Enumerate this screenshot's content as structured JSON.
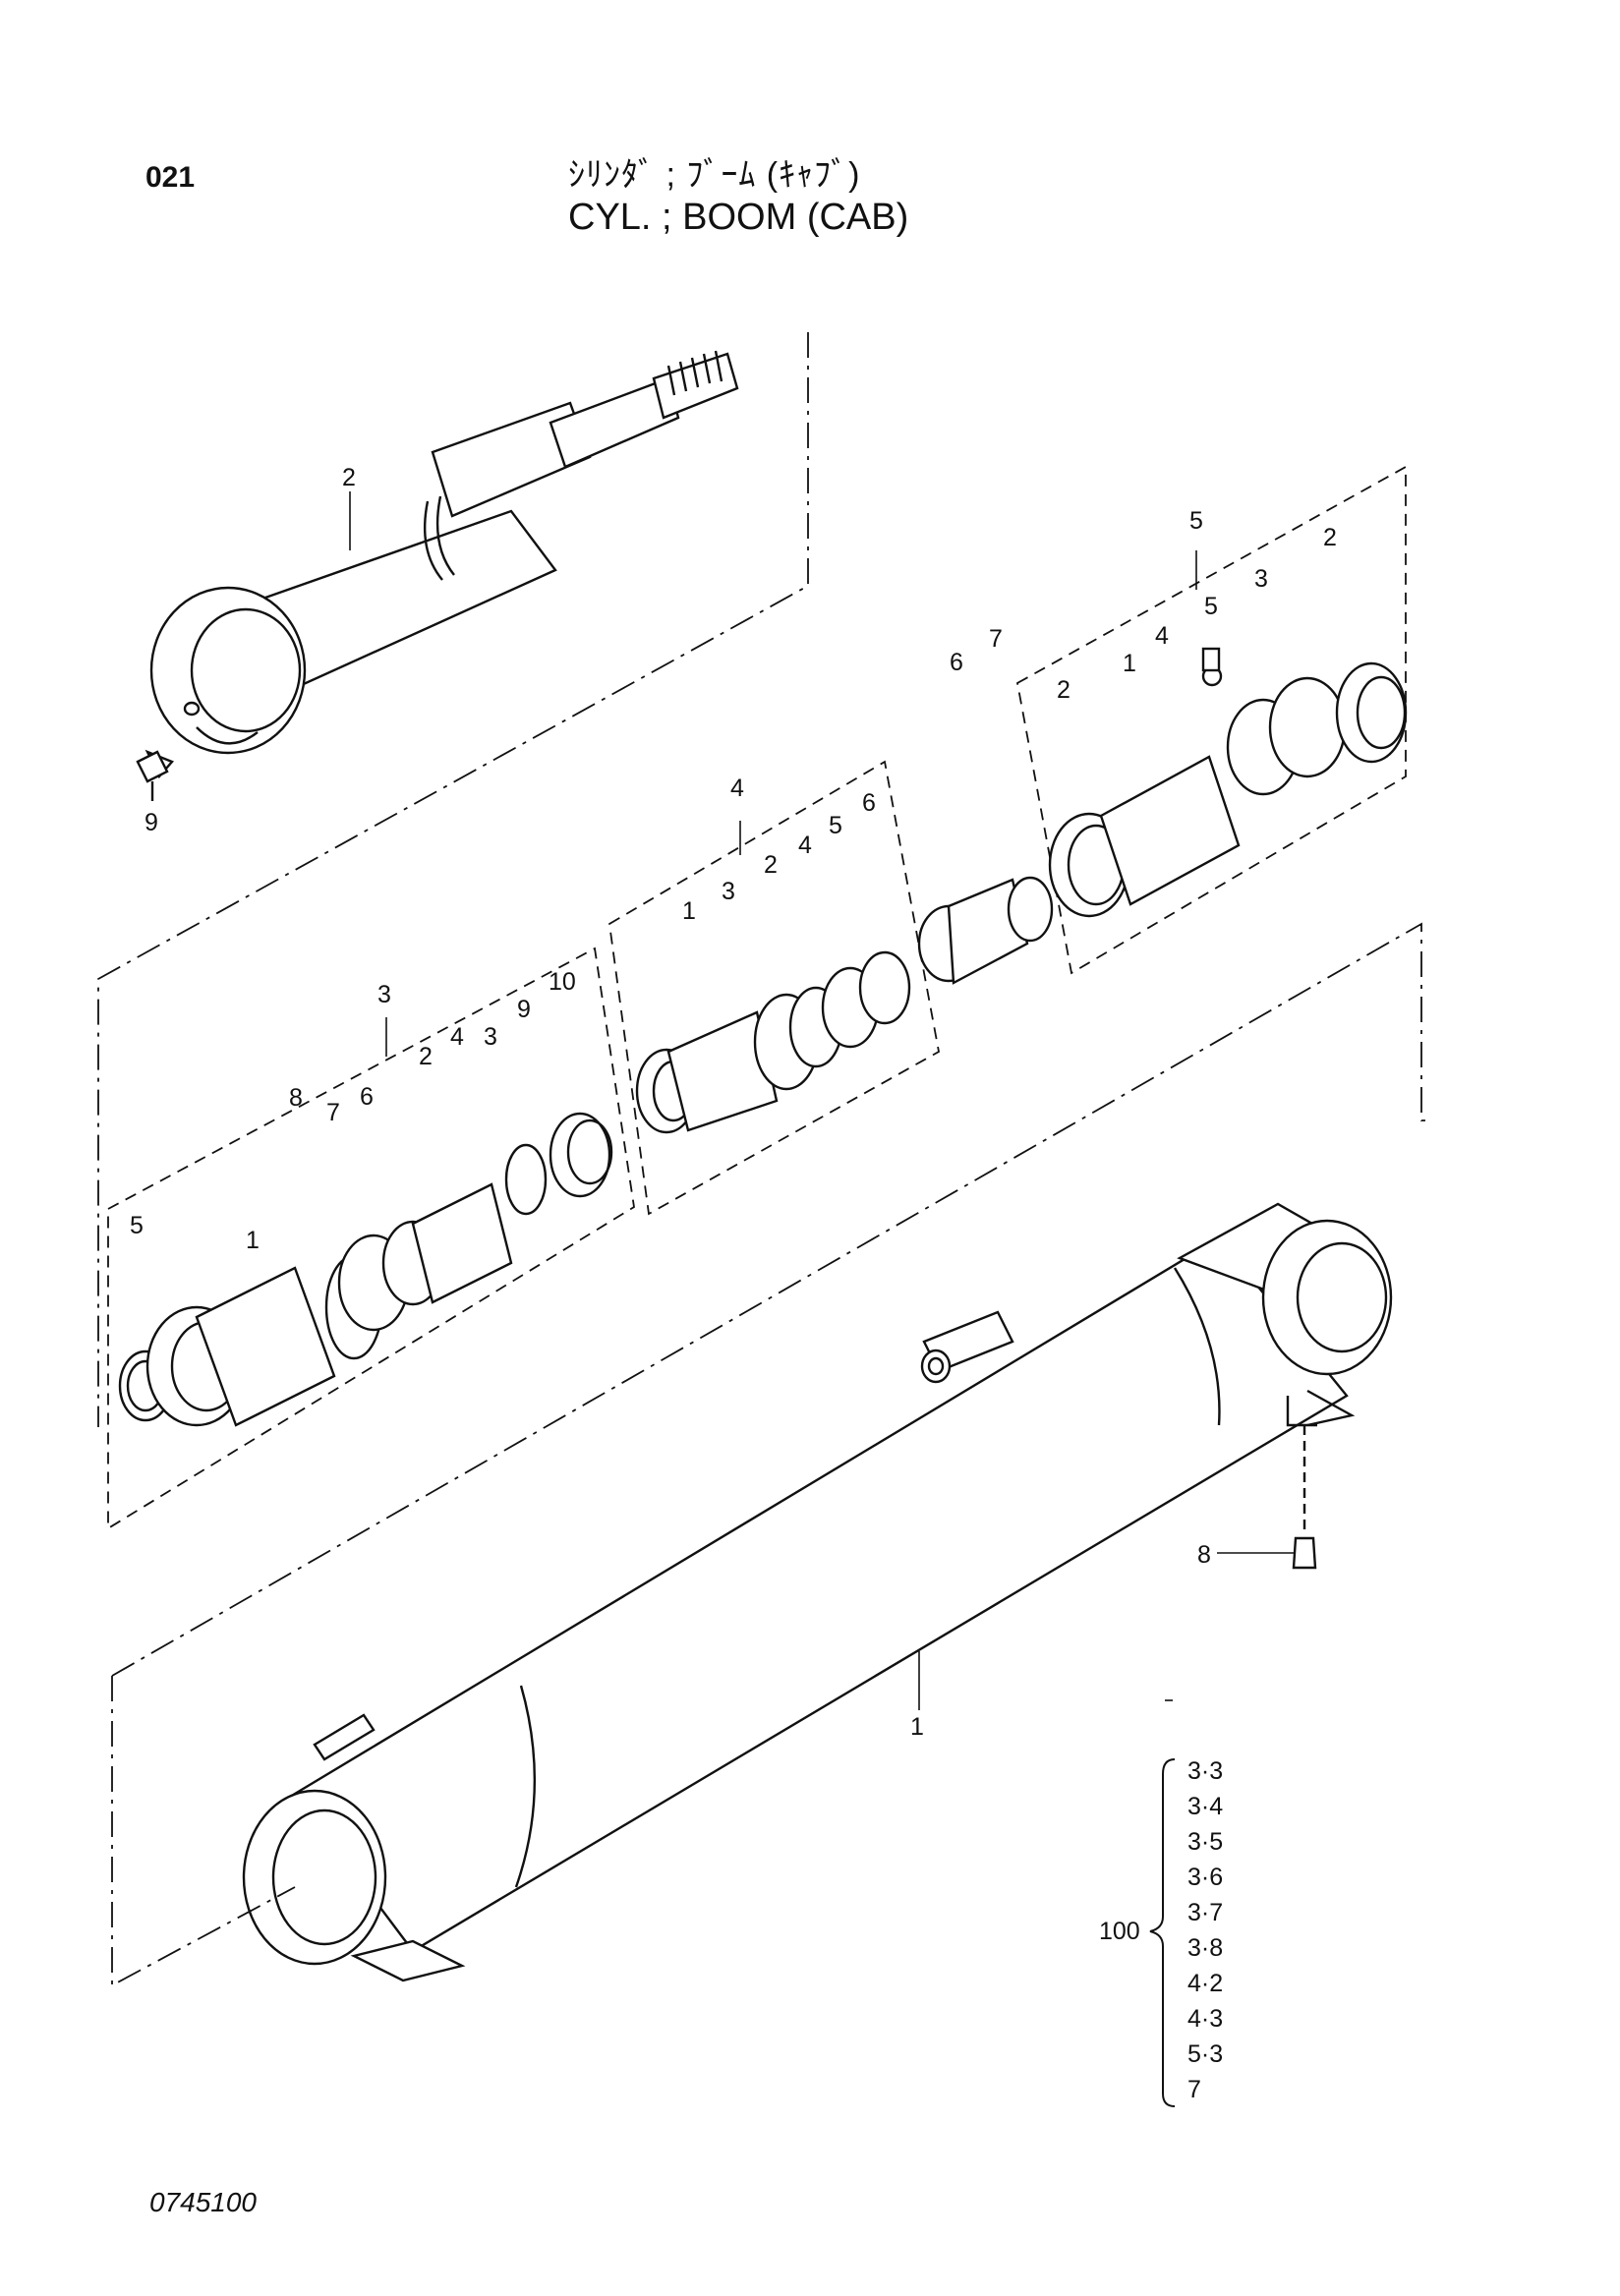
{
  "header": {
    "page_number": "021",
    "title_jp": "ｼﾘﾝﾀﾞ ; ﾌﾞｰﾑ (ｷｬﾌﾞ)",
    "title_en": "CYL. ; BOOM (CAB)"
  },
  "footer": {
    "drawing_number": "0745100"
  },
  "callouts": {
    "rod": "2",
    "grease_fitting_rod": "9",
    "tube": "1",
    "grease_fitting_tube": "8",
    "head_group": "3",
    "head_items": [
      "5",
      "1",
      "8",
      "7",
      "6",
      "2",
      "4",
      "3",
      "9",
      "10"
    ],
    "piston_group": "4",
    "piston_items": [
      "1",
      "3",
      "2",
      "4",
      "5",
      "6"
    ],
    "nut": "6",
    "collar": "7",
    "cushion_group": "5",
    "cushion_items": [
      "2",
      "1",
      "4",
      "5",
      "3",
      "2"
    ]
  },
  "seal_kit": {
    "label": "100",
    "items": [
      "3·3",
      "3·4",
      "3·5",
      "3·6",
      "3·7",
      "3·8",
      "4·2",
      "4·3",
      "5·3",
      "7"
    ]
  }
}
